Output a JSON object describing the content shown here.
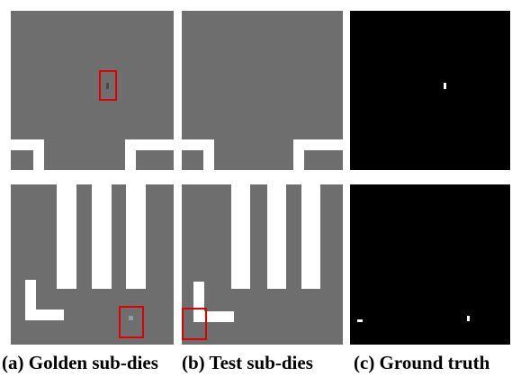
{
  "captions": {
    "a": "(a) Golden sub-dies",
    "b": "(b) Test sub-dies",
    "c": "(c) Ground truth"
  }
}
